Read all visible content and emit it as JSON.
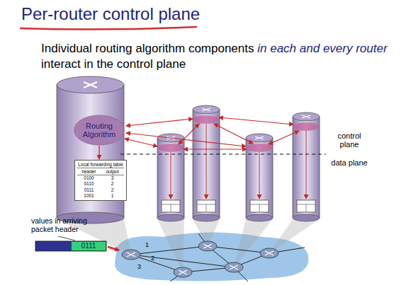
{
  "diagram": {
    "title": "Per-router control plane",
    "nodes": [
      {
        "text": [
          "Routing Algorithm"
        ]
      },
      {
        "text": [
          "Local forwarding table",
          "header",
          "output",
          "0100",
          "3",
          "0110",
          "2",
          "0111",
          "2",
          "1001",
          "1"
        ]
      },
      {
        "text": [
          "0111"
        ]
      }
    ],
    "edges": [
      {
        "from": 0,
        "to": 1,
        "arrow": "to"
      }
    ],
    "labels": [
      "Individual routing algorithm components",
      "in each and every router",
      "interact in the control plane",
      "control plane",
      "data plane",
      "values in arriving packet header",
      "1",
      "2",
      "3"
    ]
  }
}
